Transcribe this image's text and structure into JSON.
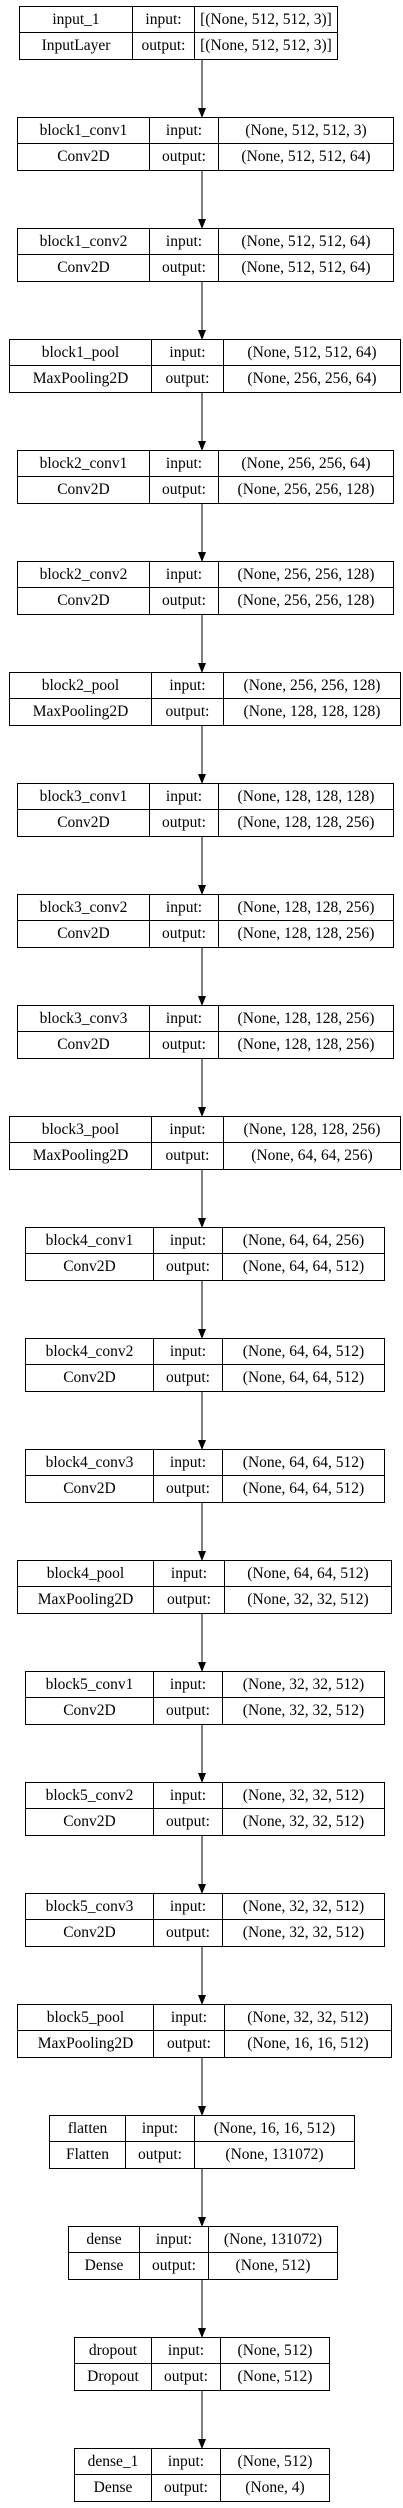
{
  "layers": [
    {
      "name": "input_1",
      "type": "InputLayer",
      "input": "[(None, 512, 512, 3)]",
      "output": "[(None, 512, 512, 3)]"
    },
    {
      "name": "block1_conv1",
      "type": "Conv2D",
      "input": "(None, 512, 512, 3)",
      "output": "(None, 512, 512, 64)"
    },
    {
      "name": "block1_conv2",
      "type": "Conv2D",
      "input": "(None, 512, 512, 64)",
      "output": "(None, 512, 512, 64)"
    },
    {
      "name": "block1_pool",
      "type": "MaxPooling2D",
      "input": "(None, 512, 512, 64)",
      "output": "(None, 256, 256, 64)"
    },
    {
      "name": "block2_conv1",
      "type": "Conv2D",
      "input": "(None, 256, 256, 64)",
      "output": "(None, 256, 256, 128)"
    },
    {
      "name": "block2_conv2",
      "type": "Conv2D",
      "input": "(None, 256, 256, 128)",
      "output": "(None, 256, 256, 128)"
    },
    {
      "name": "block2_pool",
      "type": "MaxPooling2D",
      "input": "(None, 256, 256, 128)",
      "output": "(None, 128, 128, 128)"
    },
    {
      "name": "block3_conv1",
      "type": "Conv2D",
      "input": "(None, 128, 128, 128)",
      "output": "(None, 128, 128, 256)"
    },
    {
      "name": "block3_conv2",
      "type": "Conv2D",
      "input": "(None, 128, 128, 256)",
      "output": "(None, 128, 128, 256)"
    },
    {
      "name": "block3_conv3",
      "type": "Conv2D",
      "input": "(None, 128, 128, 256)",
      "output": "(None, 128, 128, 256)"
    },
    {
      "name": "block3_pool",
      "type": "MaxPooling2D",
      "input": "(None, 128, 128, 256)",
      "output": "(None, 64, 64, 256)"
    },
    {
      "name": "block4_conv1",
      "type": "Conv2D",
      "input": "(None, 64, 64, 256)",
      "output": "(None, 64, 64, 512)"
    },
    {
      "name": "block4_conv2",
      "type": "Conv2D",
      "input": "(None, 64, 64, 512)",
      "output": "(None, 64, 64, 512)"
    },
    {
      "name": "block4_conv3",
      "type": "Conv2D",
      "input": "(None, 64, 64, 512)",
      "output": "(None, 64, 64, 512)"
    },
    {
      "name": "block4_pool",
      "type": "MaxPooling2D",
      "input": "(None, 64, 64, 512)",
      "output": "(None, 32, 32, 512)"
    },
    {
      "name": "block5_conv1",
      "type": "Conv2D",
      "input": "(None, 32, 32, 512)",
      "output": "(None, 32, 32, 512)"
    },
    {
      "name": "block5_conv2",
      "type": "Conv2D",
      "input": "(None, 32, 32, 512)",
      "output": "(None, 32, 32, 512)"
    },
    {
      "name": "block5_conv3",
      "type": "Conv2D",
      "input": "(None, 32, 32, 512)",
      "output": "(None, 32, 32, 512)"
    },
    {
      "name": "block5_pool",
      "type": "MaxPooling2D",
      "input": "(None, 32, 32, 512)",
      "output": "(None, 16, 16, 512)"
    },
    {
      "name": "flatten",
      "type": "Flatten",
      "input": "(None, 16, 16, 512)",
      "output": "(None, 131072)"
    },
    {
      "name": "dense",
      "type": "Dense",
      "input": "(None, 131072)",
      "output": "(None, 512)"
    },
    {
      "name": "dropout",
      "type": "Dropout",
      "input": "(None, 512)",
      "output": "(None, 512)"
    },
    {
      "name": "dense_1",
      "type": "Dense",
      "input": "(None, 512)",
      "output": "(None, 4)"
    }
  ],
  "port_labels": {
    "input": "input:",
    "output": "output:"
  }
}
